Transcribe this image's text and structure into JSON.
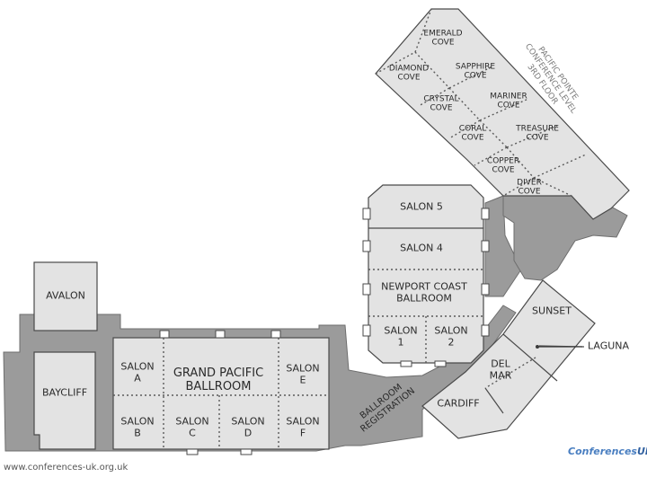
{
  "map": {
    "left_wing": {
      "avalon": "AVALON",
      "baycliff": "BAYCLIFF"
    },
    "grand_pacific": {
      "ballroom": [
        "GRAND PACIFIC",
        "BALLROOM"
      ],
      "salon_a": [
        "SALON",
        "A"
      ],
      "salon_b": [
        "SALON",
        "B"
      ],
      "salon_c": [
        "SALON",
        "C"
      ],
      "salon_d": [
        "SALON",
        "D"
      ],
      "salon_e": [
        "SALON",
        "E"
      ],
      "salon_f": [
        "SALON",
        "F"
      ]
    },
    "newport": {
      "salon_5": "SALON 5",
      "salon_4": "SALON 4",
      "ballroom": [
        "NEWPORT COAST",
        "BALLROOM"
      ],
      "salon_1": [
        "SALON",
        "1"
      ],
      "salon_2": [
        "SALON",
        "2"
      ]
    },
    "south_wing": {
      "sunset": "SUNSET",
      "laguna": "LAGUNA",
      "del_mar": [
        "DEL",
        "MAR"
      ],
      "cardiff": "CARDIFF"
    },
    "registration": [
      "BALLROOM",
      "REGISTRATION"
    ],
    "pacific_pointe": {
      "label": [
        "PACIFIC POINTE",
        "CONFERENCE LEVEL",
        "3RD FLOOR"
      ],
      "emerald": [
        "EMERALD",
        "COVE"
      ],
      "diamond": [
        "DIAMOND",
        "COVE"
      ],
      "sapphire": [
        "SAPPHIRE",
        "COVE"
      ],
      "crystal": [
        "CRYSTAL",
        "COVE"
      ],
      "mariner": [
        "MARINER",
        "COVE"
      ],
      "coral": [
        "CORAL",
        "COVE"
      ],
      "treasure": [
        "TREASURE",
        "COVE"
      ],
      "copper": [
        "COPPER",
        "COVE"
      ],
      "diver": [
        "DIVER",
        "COVE"
      ]
    }
  },
  "footer": {
    "url": "www.conferences-uk.org.uk",
    "logo_main": "Conferences",
    "logo_accent": "UK"
  }
}
